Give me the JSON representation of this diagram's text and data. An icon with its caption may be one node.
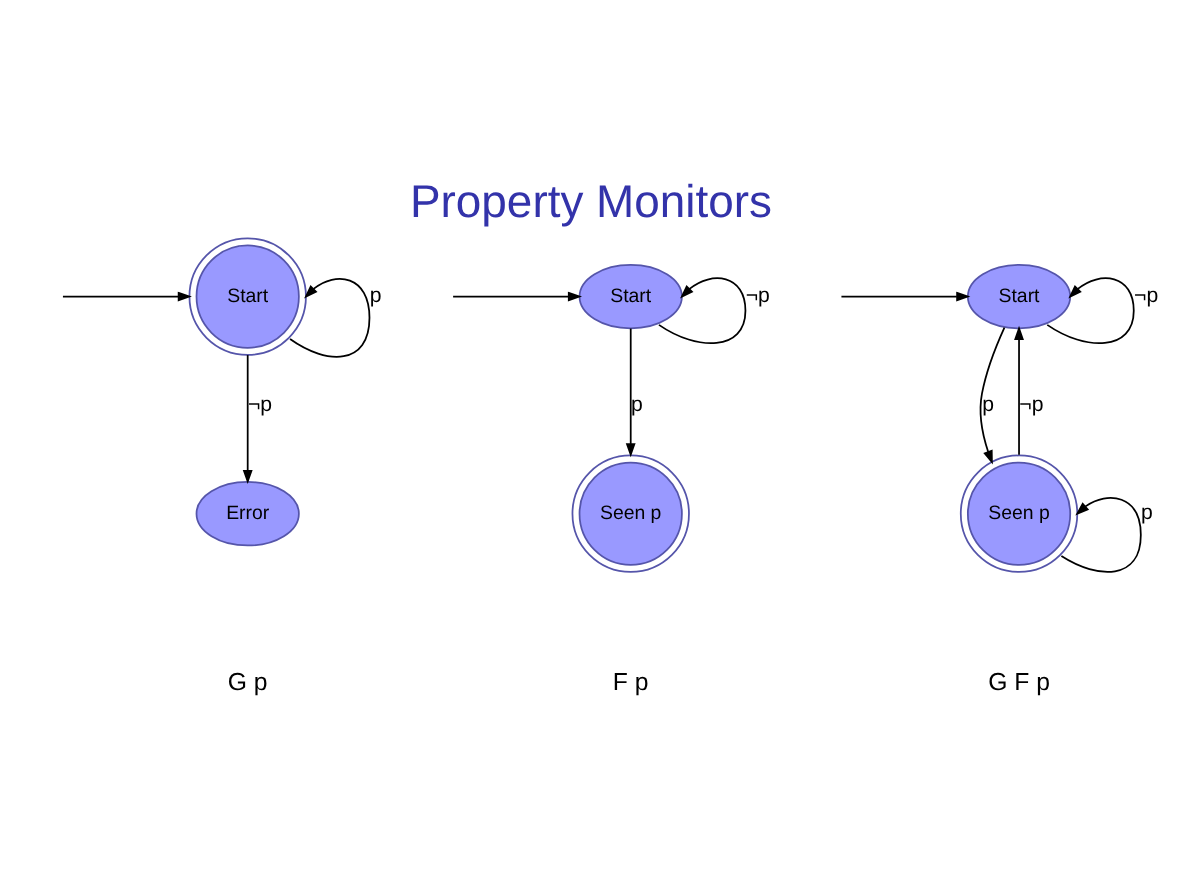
{
  "diagram": {
    "title": "Property Monitors",
    "nodes": [
      {
        "text": [
          "Start"
        ]
      },
      {
        "text": [
          "Error"
        ]
      },
      {
        "text": [
          "Start"
        ]
      },
      {
        "text": [
          "Seen p"
        ]
      },
      {
        "text": [
          "Start"
        ]
      },
      {
        "text": [
          "Seen p"
        ]
      }
    ],
    "edges": [
      {
        "from": null,
        "to": 0,
        "arrow": "to"
      },
      {
        "from": 0,
        "to": 0,
        "arrow": "to",
        "label": "p"
      },
      {
        "from": 0,
        "to": 1,
        "arrow": "to",
        "label": "¬p"
      },
      {
        "from": null,
        "to": 2,
        "arrow": "to"
      },
      {
        "from": 2,
        "to": 2,
        "arrow": "to",
        "label": "¬p"
      },
      {
        "from": 2,
        "to": 3,
        "arrow": "to",
        "label": "p"
      },
      {
        "from": null,
        "to": 4,
        "arrow": "to"
      },
      {
        "from": 4,
        "to": 4,
        "arrow": "to",
        "label": "¬p"
      },
      {
        "from": 4,
        "to": 5,
        "arrow": "to",
        "label": "p"
      },
      {
        "from": 5,
        "to": 4,
        "arrow": "to",
        "label": "¬p"
      },
      {
        "from": 5,
        "to": 5,
        "arrow": "to",
        "label": "p"
      }
    ],
    "labels": [
      "G p",
      "F p",
      "G F p"
    ]
  }
}
